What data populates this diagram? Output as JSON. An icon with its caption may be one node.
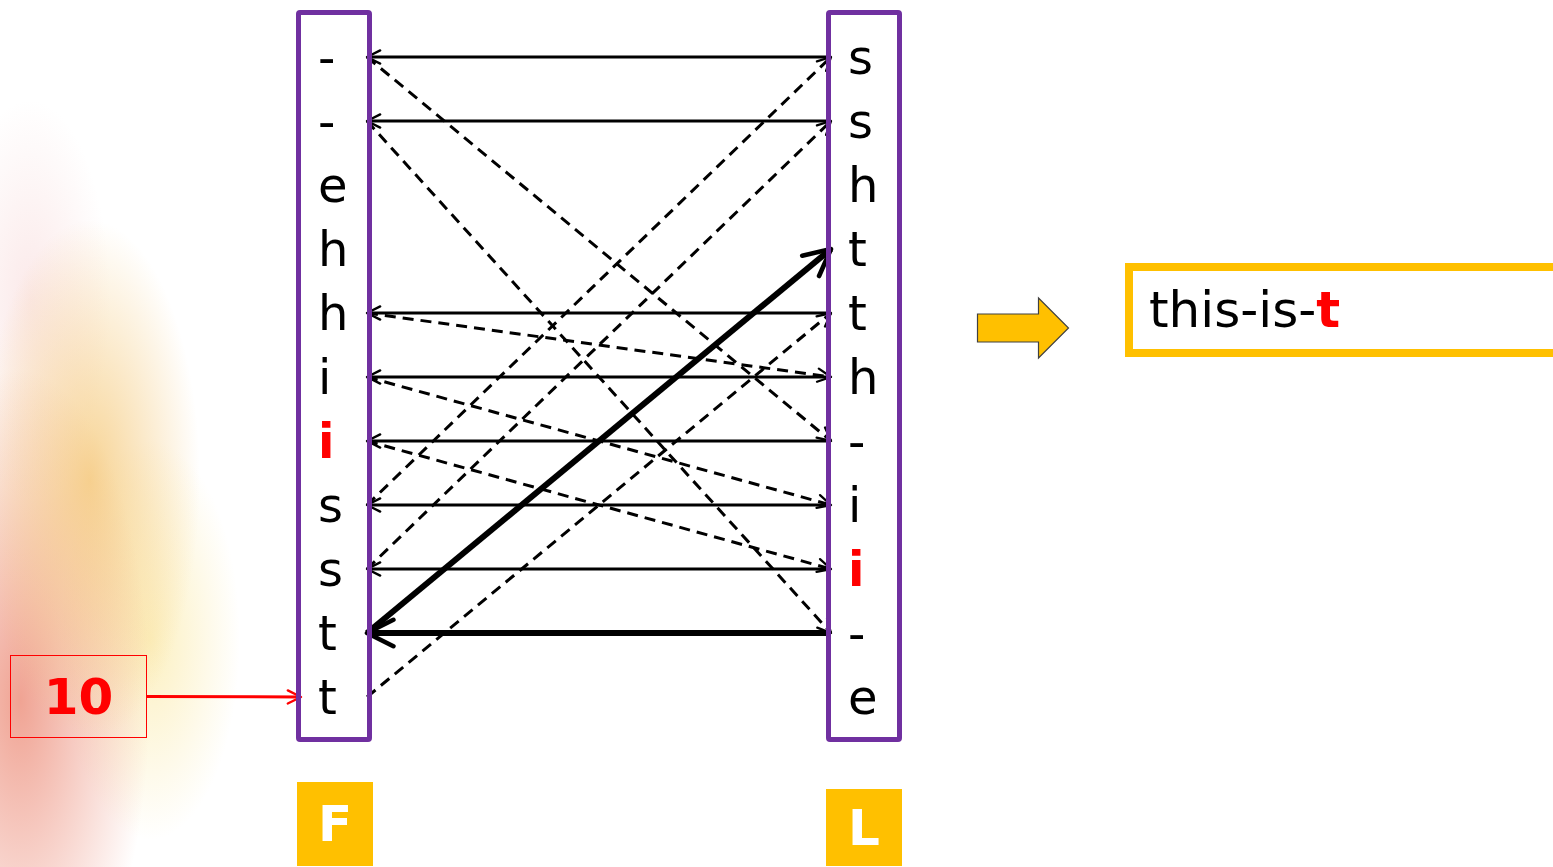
{
  "diagram": {
    "nodes": [
      {
        "text": [],
        "shape": "box"
      },
      {
        "text": [
          "-"
        ],
        "in": 0
      },
      {
        "text": [
          "-"
        ],
        "in": 0
      },
      {
        "text": [
          "e"
        ],
        "in": 0
      },
      {
        "text": [
          "h"
        ],
        "in": 0
      },
      {
        "text": [
          "h"
        ],
        "in": 0
      },
      {
        "text": [
          "i"
        ],
        "in": 0
      },
      {
        "text": [
          "**i**"
        ],
        "in": 0
      },
      {
        "text": [
          "s"
        ],
        "in": 0
      },
      {
        "text": [
          "s"
        ],
        "in": 0
      },
      {
        "text": [
          "t"
        ],
        "in": 0
      },
      {
        "text": [
          "t"
        ],
        "in": 0
      },
      {
        "text": [],
        "shape": "box"
      },
      {
        "text": [
          "s"
        ],
        "in": 12
      },
      {
        "text": [
          "s"
        ],
        "in": 12
      },
      {
        "text": [
          "h"
        ],
        "in": 12
      },
      {
        "text": [
          "t"
        ],
        "in": 12
      },
      {
        "text": [
          "t"
        ],
        "in": 12
      },
      {
        "text": [
          "h"
        ],
        "in": 12
      },
      {
        "text": [
          "-"
        ],
        "in": 12
      },
      {
        "text": [
          "i"
        ],
        "in": 12
      },
      {
        "text": [
          "**i**"
        ],
        "in": 12
      },
      {
        "text": [
          "-"
        ],
        "in": 12
      },
      {
        "text": [
          "e"
        ],
        "in": 12
      },
      {
        "text": [
          "F"
        ]
      },
      {
        "text": [
          "L"
        ]
      },
      {
        "text": [
          "10"
        ]
      },
      {
        "text": [
          "this-is-**t**"
        ]
      }
    ],
    "edges": [
      {
        "from": 13,
        "to": 1,
        "arrow": "to"
      },
      {
        "from": 14,
        "to": 2,
        "arrow": "to"
      },
      {
        "from": 17,
        "to": 5,
        "arrow": "to"
      },
      {
        "from": 18,
        "to": 6,
        "arrow": "to"
      },
      {
        "from": 19,
        "to": 7,
        "arrow": "to"
      },
      {
        "from": 20,
        "to": 8,
        "arrow": "to"
      },
      {
        "from": 21,
        "to": 9,
        "arrow": "to"
      },
      {
        "from": 22,
        "to": 10,
        "arrow": "to",
        "style": "thick"
      },
      {
        "from": 1,
        "to": 19,
        "arrow": "to",
        "style": "dashed"
      },
      {
        "from": 2,
        "to": 22,
        "arrow": "to",
        "style": "dashed"
      },
      {
        "from": 5,
        "to": 18,
        "arrow": "to",
        "style": "dashed"
      },
      {
        "from": 6,
        "to": 20,
        "arrow": "to",
        "style": "dashed"
      },
      {
        "from": 7,
        "to": 21,
        "arrow": "to",
        "style": "dashed"
      },
      {
        "from": 8,
        "to": 13,
        "arrow": "to",
        "style": "dashed"
      },
      {
        "from": 9,
        "to": 14,
        "arrow": "to",
        "style": "dashed"
      },
      {
        "from": 11,
        "to": 17,
        "arrow": "to",
        "style": "dashed"
      },
      {
        "from": 10,
        "to": 16,
        "arrow": "to",
        "style": "thick"
      },
      {
        "from": 26,
        "to": 11,
        "arrow": "to",
        "color": "#ff0000"
      },
      {
        "from": 12,
        "to": 27,
        "arrow": "to",
        "style": "thick",
        "color": "#ffc000"
      }
    ]
  }
}
